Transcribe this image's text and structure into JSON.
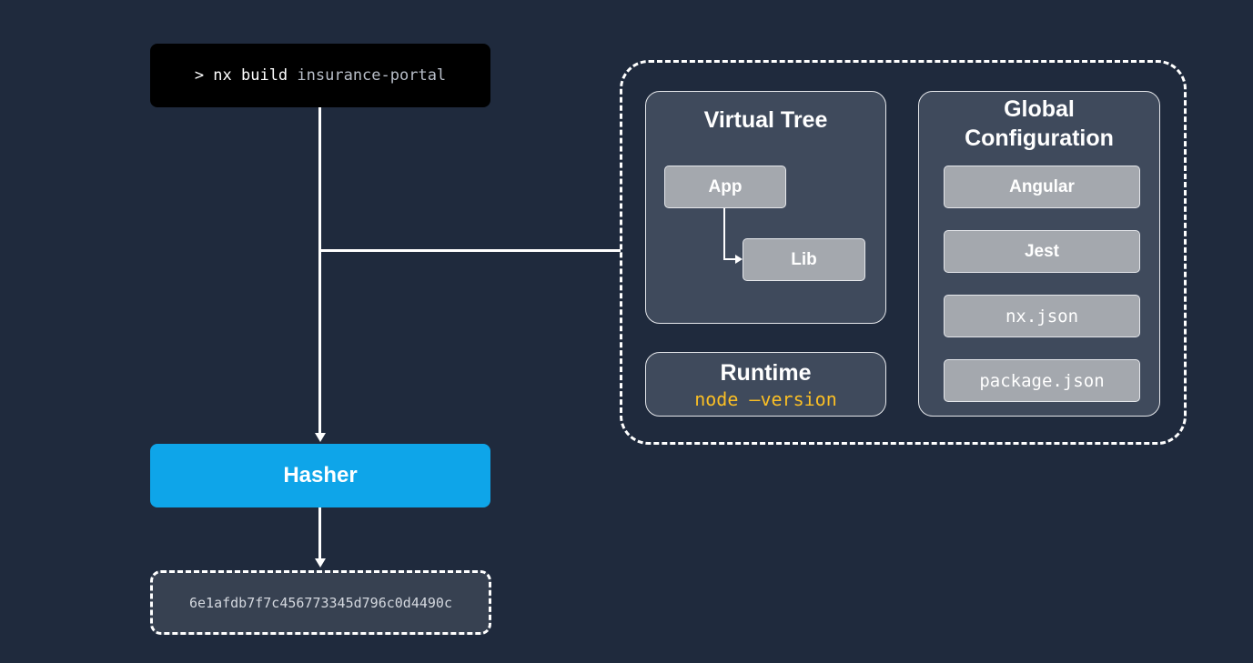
{
  "command": {
    "prefix": "> nx build ",
    "project": "insurance-portal"
  },
  "hasher": {
    "label": "Hasher"
  },
  "hash_output": {
    "value": "6e1afdb7f7c456773345d796c0d4490c"
  },
  "virtual_tree": {
    "title": "Virtual Tree",
    "nodes": [
      "App",
      "Lib"
    ]
  },
  "runtime": {
    "title": "Runtime",
    "command": "node —version"
  },
  "global_configuration": {
    "title": "Global Configuration",
    "items": [
      "Angular",
      "Jest",
      "nx.json",
      "package.json"
    ]
  }
}
